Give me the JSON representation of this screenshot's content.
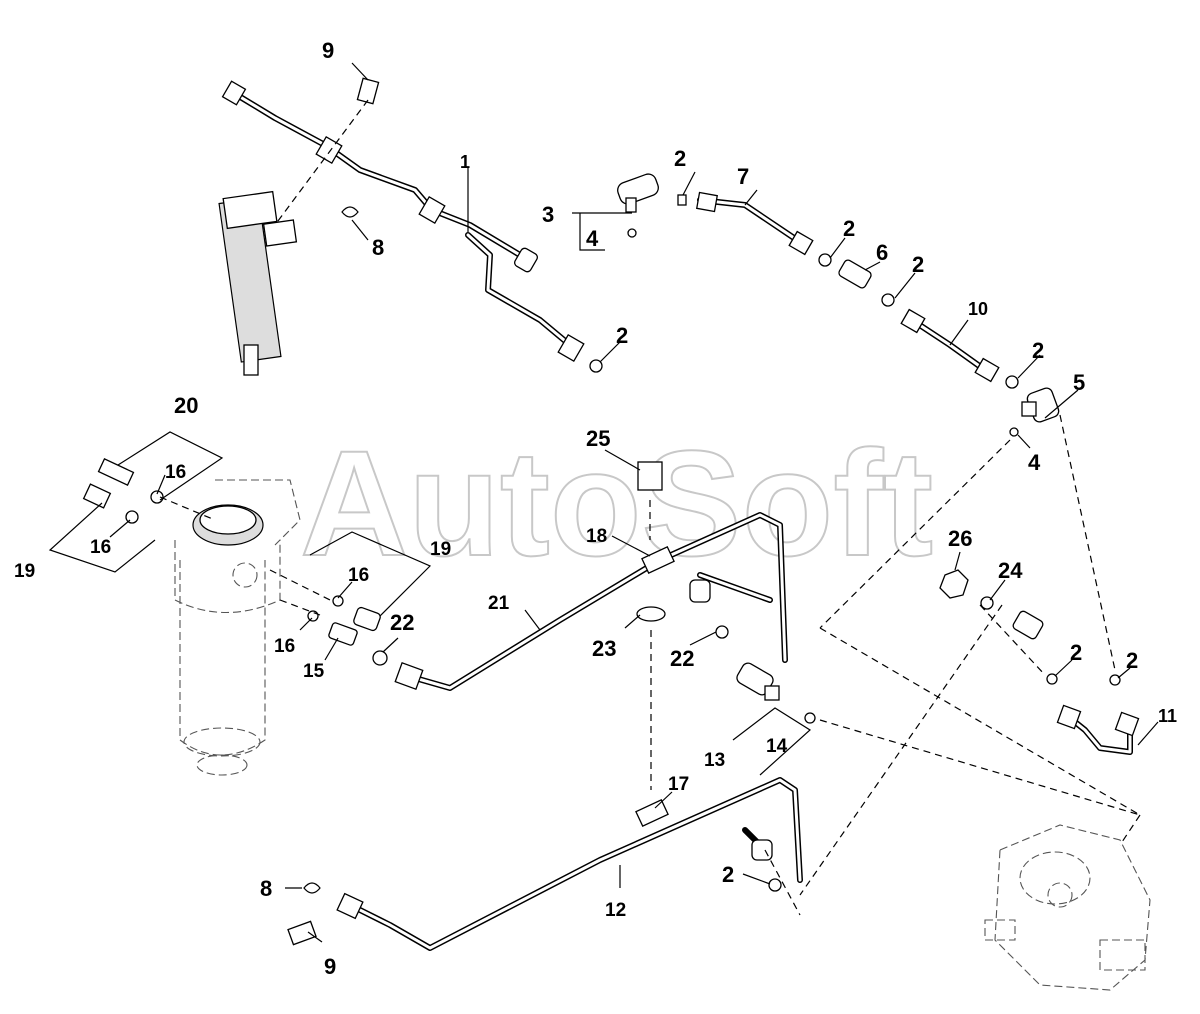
{
  "watermark": "AutoSoft",
  "callouts": {
    "c1": "1",
    "c2a": "2",
    "c2b": "2",
    "c2c": "2",
    "c2d": "2",
    "c2e": "2",
    "c2f": "2",
    "c2g": "2",
    "c2h": "2",
    "c3": "3",
    "c4a": "4",
    "c4b": "4",
    "c5": "5",
    "c6": "6",
    "c7": "7",
    "c8a": "8",
    "c8b": "8",
    "c9a": "9",
    "c9b": "9",
    "c10": "10",
    "c11": "11",
    "c12": "12",
    "c13": "13",
    "c14": "14",
    "c15": "15",
    "c16a": "16",
    "c16b": "16",
    "c16c": "16",
    "c16d": "16",
    "c17": "17",
    "c18": "18",
    "c19a": "19",
    "c19b": "19",
    "c20": "20",
    "c21": "21",
    "c22a": "22",
    "c22b": "22",
    "c23": "23",
    "c24": "24",
    "c25": "25",
    "c26": "26"
  }
}
